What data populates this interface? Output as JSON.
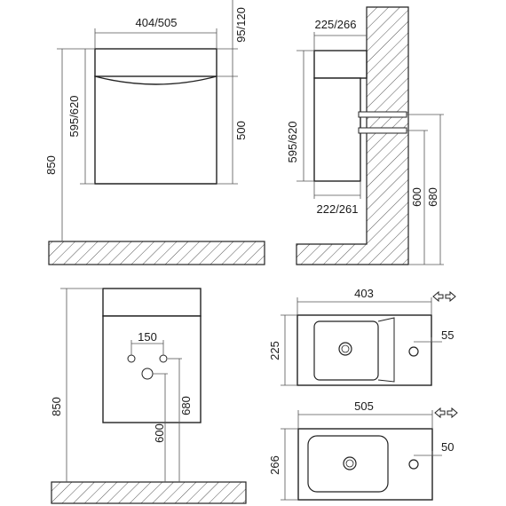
{
  "front_view": {
    "top_width_label": "404/505",
    "top_height_label": "95/120",
    "body_height_label": "595/620",
    "door_height_label": "500",
    "total_height_label": "850"
  },
  "side_view": {
    "top_depth_label": "225/266",
    "body_height_label": "595/620",
    "bottom_depth_label": "222/261",
    "mount_600_label": "600",
    "mount_680_label": "680"
  },
  "rear_view": {
    "hole_spacing_label": "150",
    "total_height_label": "850",
    "label_600": "600",
    "label_680": "680"
  },
  "basin_small": {
    "width_label": "403",
    "depth_label": "225",
    "tap_offset_label": "55"
  },
  "basin_large": {
    "width_label": "505",
    "depth_label": "266",
    "tap_offset_label": "50"
  }
}
